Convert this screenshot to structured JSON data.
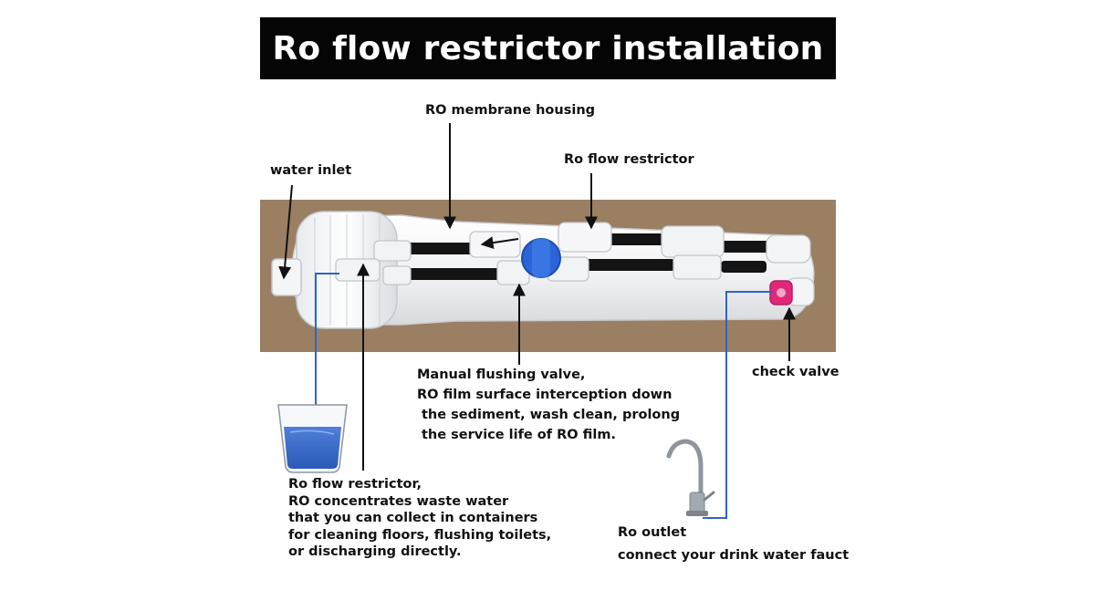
{
  "title": "Ro flow restrictor installation",
  "labels": {
    "membrane_housing": "RO membrane housing",
    "water_inlet": "water inlet",
    "flow_restrictor_top": "Ro flow restrictor",
    "flushing_valve": [
      "Manual flushing valve,",
      "RO film surface interception down",
      "the sediment, wash clean, prolong",
      "the service life of RO film."
    ],
    "check_valve": "check valve",
    "flow_restrictor_waste": [
      "Ro flow restrictor,",
      "RO concentrates waste water",
      "that you can collect in containers",
      "for cleaning floors, flushing toilets,",
      "or discharging directly."
    ],
    "ro_outlet": [
      "Ro outlet",
      "connect your drink water fauct"
    ]
  },
  "colors": {
    "title_bg": "#050505",
    "title_text": "#ffffff",
    "backdrop": "#9b7f63",
    "water_line": "#2f63c9",
    "valve": "#2a64d8",
    "check_valve": "#e0287a",
    "tube": "#141414"
  }
}
